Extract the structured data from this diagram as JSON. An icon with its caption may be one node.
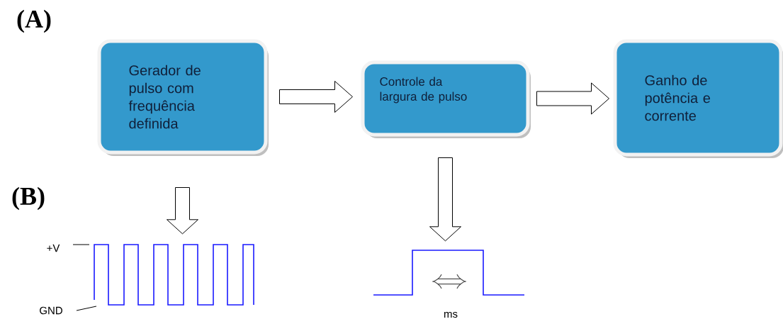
{
  "diagram": {
    "nodes": [
      {
        "text": [
          "Gerador de pulso com frequência definida"
        ]
      },
      {
        "text": [
          "Controle da largura de pulso"
        ]
      },
      {
        "text": [
          "Ganho de potência e corrente"
        ]
      },
      {
        "text": [],
        "shape": "picture"
      },
      {
        "text": [],
        "shape": "picture"
      }
    ],
    "edges": [
      {
        "from": 0,
        "to": 1,
        "arrow": "to"
      },
      {
        "from": 1,
        "to": 2,
        "arrow": "to"
      },
      {
        "from": 0,
        "to": 3,
        "arrow": "to"
      },
      {
        "from": 1,
        "to": 4,
        "arrow": "to"
      }
    ],
    "labels": [
      "(A)",
      "(B)",
      "+V",
      "GND",
      "ms"
    ]
  }
}
